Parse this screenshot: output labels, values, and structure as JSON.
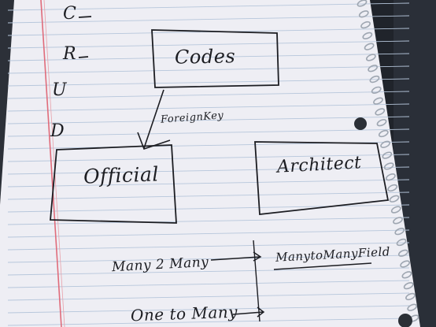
{
  "colors": {
    "background": "#20242b",
    "paper": "#eeeef4",
    "rule_line": "#b6c6db",
    "margin_line": "#e06b7a",
    "ink": "#1c1d22",
    "spiral": "#9ea6b1"
  },
  "notes": {
    "crud": [
      "C",
      "R",
      "U",
      "D"
    ],
    "boxes": {
      "codes": "Codes",
      "official": "Official",
      "architect": "Architect"
    },
    "arrow_label": "ForeignKey",
    "many_to_many": "Many 2 Many",
    "many_to_many_field": "ManytoManyField",
    "one_to_many": "One to Many"
  }
}
